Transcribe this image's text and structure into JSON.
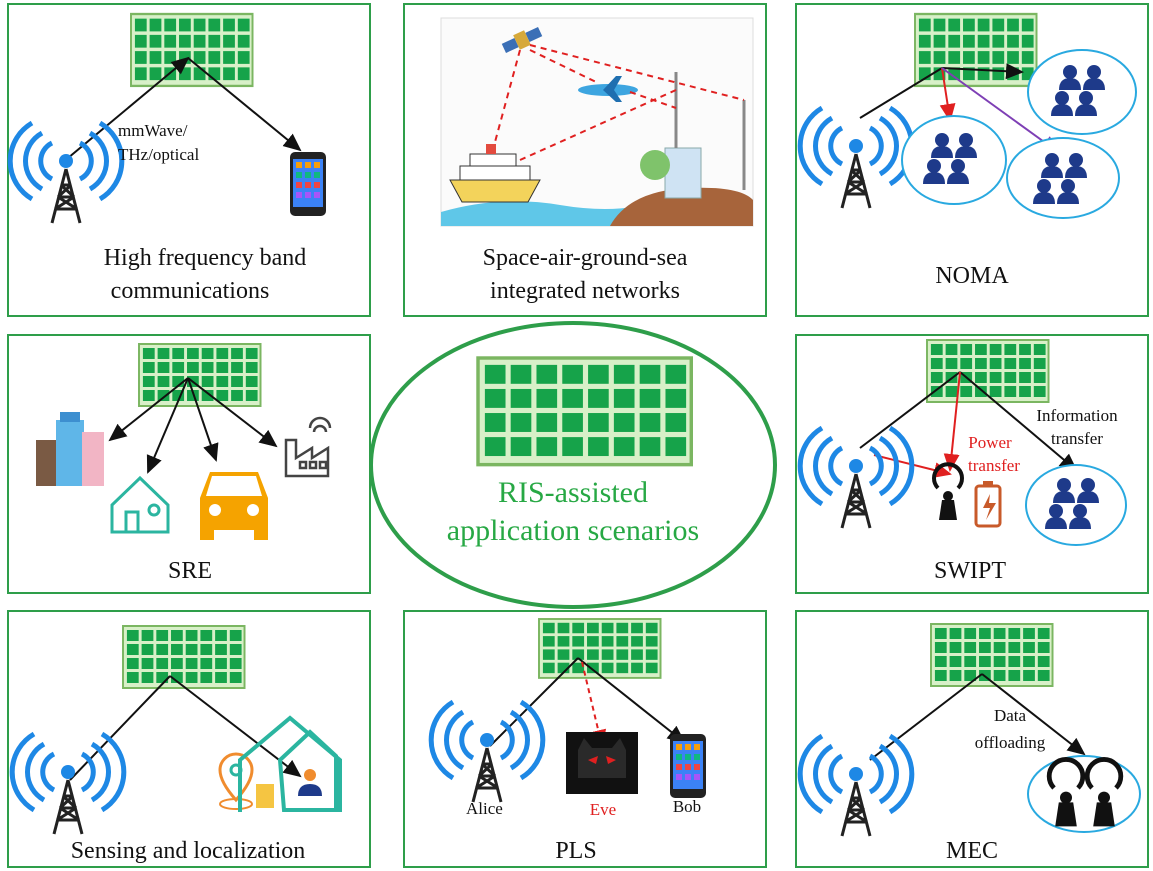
{
  "center": {
    "line1": "RIS-assisted",
    "line2": "application scenarios"
  },
  "panels": {
    "hfb": {
      "caption_line1": "High frequency band",
      "caption_line2": "communications",
      "label_line1": "mmWave/",
      "label_line2": "THz/optical"
    },
    "sagsin": {
      "caption_line1": "Space-air-ground-sea",
      "caption_line2": "integrated networks"
    },
    "noma": {
      "caption": "NOMA"
    },
    "sre": {
      "caption": "SRE"
    },
    "swipt": {
      "caption": "SWIPT",
      "info_line1": "Information",
      "info_line2": "transfer",
      "power_line1": "Power",
      "power_line2": "transfer"
    },
    "sensing": {
      "caption": "Sensing and localization"
    },
    "pls": {
      "caption": "PLS",
      "alice": "Alice",
      "eve": "Eve",
      "bob": "Bob"
    },
    "mec": {
      "caption": "MEC",
      "data_line1": "Data",
      "data_line2": "offloading"
    }
  },
  "colors": {
    "border": "#2e9e4a",
    "ris": "#16a34a",
    "tower_wave": "#1e88e5",
    "user": "#1e3a8a",
    "ellipse": "#29a9e0",
    "red_link": "#e02020"
  },
  "icons": [
    "ris-panel-icon",
    "base-station-icon",
    "smartphone-icon",
    "satellite-icon",
    "airplane-icon",
    "ship-icon",
    "user-group-icon",
    "building-icon",
    "house-icon",
    "car-icon",
    "factory-icon",
    "energy-harvester-icon",
    "battery-icon",
    "eavesdropper-icon",
    "location-pin-icon",
    "edge-server-icon"
  ]
}
